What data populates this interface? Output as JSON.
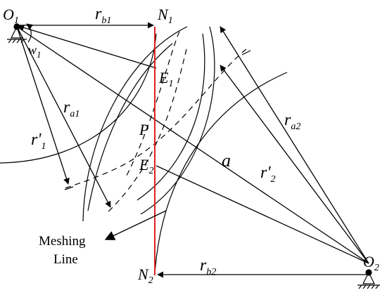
{
  "labels": {
    "O1": "O",
    "O1_sub": "1",
    "O2": "O",
    "O2_sub": "2",
    "N1": "N",
    "N1_sub": "1",
    "N2": "N",
    "N2_sub": "2",
    "E1": "E",
    "E1_sub": "1",
    "E2": "E",
    "E2_sub": "2",
    "P": "P",
    "w1": "w",
    "w1_sub": "1",
    "rb1": "r",
    "rb1_sub": "b1",
    "rb2": "r",
    "rb2_sub": "b2",
    "ra1": "r",
    "ra1_sub": "a1",
    "ra2": "r",
    "ra2_sub": "a2",
    "rp1": "r'",
    "rp1_sub": "1",
    "rp2": "r'",
    "rp2_sub": "2",
    "a": "a",
    "meshing_line_1": "Meshing",
    "meshing_line_2": "Line"
  },
  "colors": {
    "ink": "#000000",
    "meshing_line": "#e02020"
  }
}
